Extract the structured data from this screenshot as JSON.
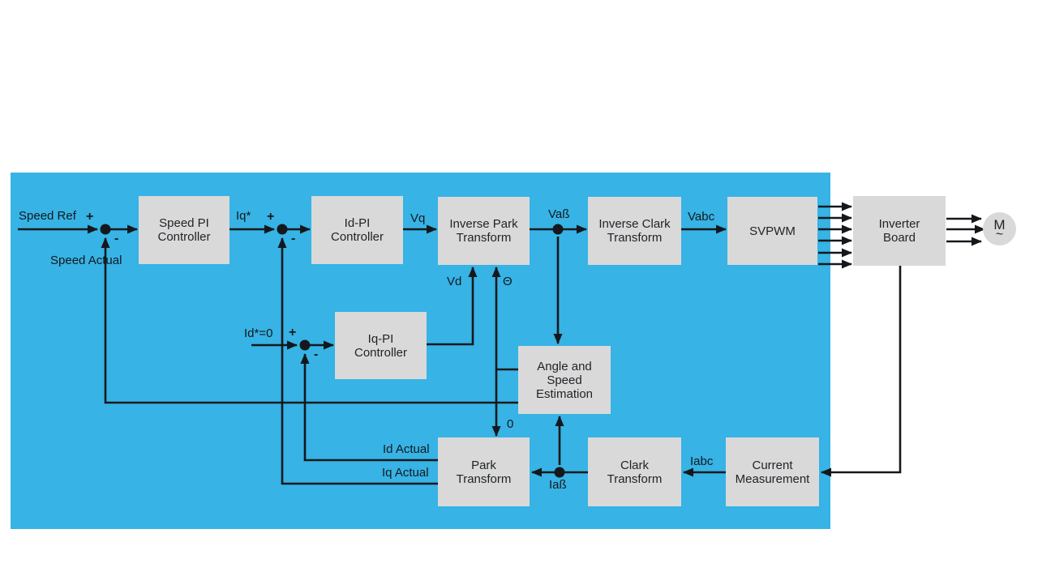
{
  "colors": {
    "panel_blue": "#37b3e5",
    "block_gray": "#d9d9d9",
    "line_black": "#14181c",
    "page_white": "#ffffff"
  },
  "blocks": [
    {
      "id": "speed-pi-controller",
      "lines": [
        "Speed PI",
        "Controller"
      ]
    },
    {
      "id": "id-pi-controller",
      "lines": [
        "Id-PI",
        "Controller"
      ]
    },
    {
      "id": "inverse-park-transform",
      "lines": [
        "Inverse Park",
        "Transform"
      ]
    },
    {
      "id": "inverse-clark-transform",
      "lines": [
        "Inverse Clark",
        "Transform"
      ]
    },
    {
      "id": "svpwm",
      "lines": [
        "SVPWM"
      ]
    },
    {
      "id": "inverter-board",
      "lines": [
        "Inverter",
        "Board"
      ]
    },
    {
      "id": "iq-pi-controller",
      "lines": [
        "Iq-PI",
        "Controller"
      ]
    },
    {
      "id": "angle-speed-estimation",
      "lines": [
        "Angle and",
        "Speed",
        "Estimation"
      ]
    },
    {
      "id": "park-transform",
      "lines": [
        "Park",
        "Transform"
      ]
    },
    {
      "id": "clark-transform",
      "lines": [
        "Clark",
        "Transform"
      ]
    },
    {
      "id": "current-measurement",
      "lines": [
        "Current",
        "Measurement"
      ]
    }
  ],
  "labels": {
    "speed_ref": "Speed Ref",
    "speed_actual": "Speed Actual",
    "iq_ref": "Iq*",
    "vq": "Vq",
    "v_alpha_beta": "Vaß",
    "vabc": "Vabc",
    "vd": "Vd",
    "theta": "Θ",
    "id_ref": "Id*=0",
    "theta_zero": "0",
    "id_actual": "Id Actual",
    "iq_actual": "Iq Actual",
    "i_alpha_beta": "Iaß",
    "iabc": "Iabc",
    "motor": "M",
    "motor_phase": "~",
    "plus": "+",
    "minus": "-"
  }
}
